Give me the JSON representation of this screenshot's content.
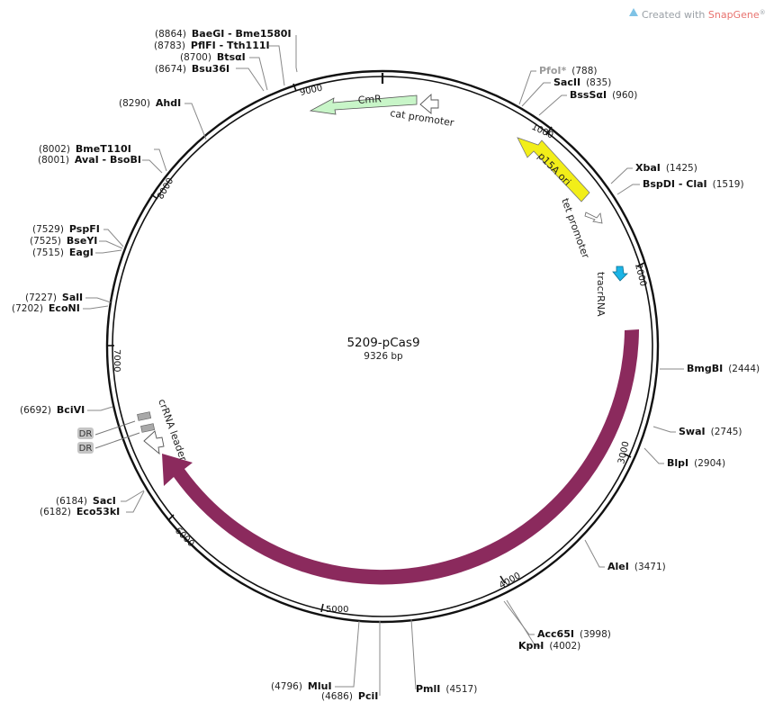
{
  "header": {
    "brand_prefix": "Created with ",
    "brand_name": "SnapGene",
    "brand_mark": "®"
  },
  "plasmid": {
    "name": "5209-pCas9",
    "length_label": "9326 bp"
  },
  "ticks": [
    "1000",
    "2000",
    "3000",
    "4000",
    "5000",
    "6000",
    "7000",
    "8000",
    "9000"
  ],
  "sites": [
    {
      "name": "BaeGI - Bme1580I",
      "pos": "(8864)"
    },
    {
      "name": "PflFI - Tth111I",
      "pos": "(8783)"
    },
    {
      "name": "BtsαI",
      "pos": "(8700)"
    },
    {
      "name": "Bsu36I",
      "pos": "(8674)"
    },
    {
      "name": "AhdI",
      "pos": "(8290)"
    },
    {
      "name": "BmeT110I",
      "pos": "(8002)"
    },
    {
      "name": "AvaI - BsoBI",
      "pos": "(8001)"
    },
    {
      "name": "PspFI",
      "pos": "(7529)"
    },
    {
      "name": "BseYI",
      "pos": "(7525)"
    },
    {
      "name": "EagI",
      "pos": "(7515)"
    },
    {
      "name": "SalI",
      "pos": "(7227)"
    },
    {
      "name": "EcoNI",
      "pos": "(7202)"
    },
    {
      "name": "BciVI",
      "pos": "(6692)"
    },
    {
      "name": "SacI",
      "pos": "(6184)"
    },
    {
      "name": "Eco53kI",
      "pos": "(6182)"
    },
    {
      "name": "MluI",
      "pos": "(4796)"
    },
    {
      "name": "PciI",
      "pos": "(4686)"
    },
    {
      "name": "PmlI",
      "pos": "(4517)"
    },
    {
      "name": "PfoI*",
      "pos": "(788)"
    },
    {
      "name": "SacII",
      "pos": "(835)"
    },
    {
      "name": "BssSαI",
      "pos": "(960)"
    },
    {
      "name": "XbaI",
      "pos": "(1425)"
    },
    {
      "name": "BspDI - ClaI",
      "pos": "(1519)"
    },
    {
      "name": "BmgBI",
      "pos": "(2444)"
    },
    {
      "name": "SwaI",
      "pos": "(2745)"
    },
    {
      "name": "BlpI",
      "pos": "(2904)"
    },
    {
      "name": "AleI",
      "pos": "(3471)"
    },
    {
      "name": "Acc65I",
      "pos": "(3998)"
    },
    {
      "name": "KpnI",
      "pos": "(4002)"
    }
  ],
  "features": {
    "cmr": "CmR",
    "cat_promoter": "cat promoter",
    "p15a_ori": "p15A ori",
    "tet_promoter": "tet promoter",
    "tracrrna": "tracrRNA",
    "cas9": "Cas9",
    "crrna_leader": "crRNA leader",
    "dr1": "DR",
    "dr2": "DR"
  },
  "colors": {
    "cas9": "#8b2a5d",
    "cmr": "#c8f5c8",
    "p15a_ori": "#f2ee19",
    "tracrrna": "#1ab4e6",
    "dr": "#a9a9a9",
    "backbone": "#111111"
  }
}
